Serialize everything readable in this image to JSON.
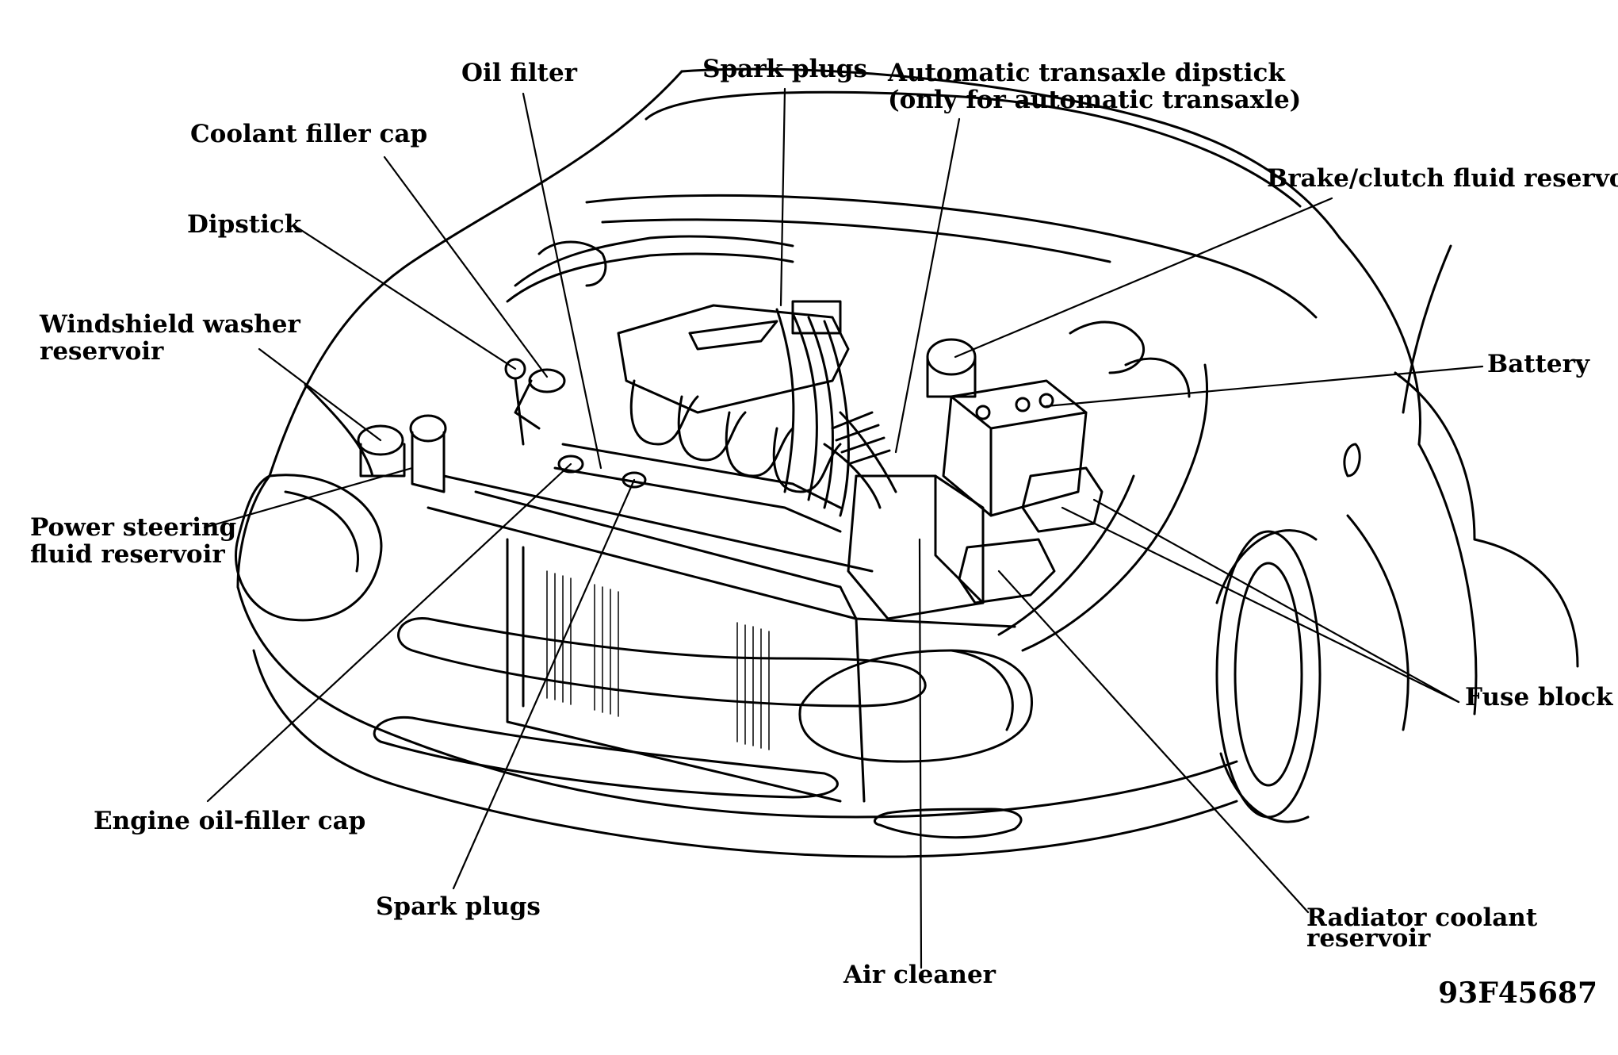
{
  "labels": {
    "oil_filter": "Oil filter",
    "spark_plugs_top": "Spark plugs",
    "auto_transaxle_line1": "Automatic transaxle dipstick",
    "auto_transaxle_line2": "(only for automatic transaxle)",
    "coolant_filler_cap": "Coolant filler cap",
    "brake_clutch_reservoir": "Brake/clutch fluid reservoir",
    "dipstick": "Dipstick",
    "washer_line1": "Windshield washer",
    "washer_line2": "reservoir",
    "battery": "Battery",
    "power_steering_line1": "Power steering",
    "power_steering_line2": "fluid reservoir",
    "fuse_block": "Fuse block",
    "engine_oil_filler_cap": "Engine oil-filler cap",
    "spark_plugs_bottom": "Spark plugs",
    "radiator_line1": "Radiator coolant",
    "radiator_line2": "reservoir",
    "air_cleaner": "Air cleaner"
  },
  "figure_code": "93F45687",
  "colors": {
    "ink": "#000000",
    "paper": "#ffffff"
  }
}
